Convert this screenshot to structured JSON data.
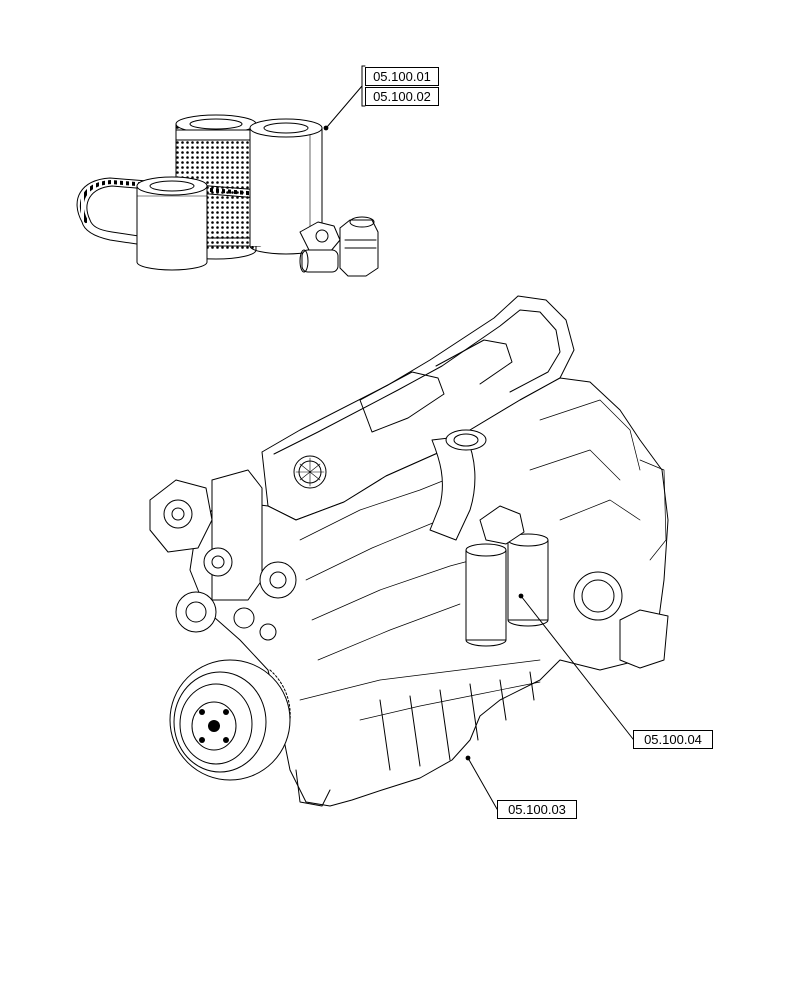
{
  "callouts": {
    "filters_kit_1": "05.100.01",
    "filters_kit_2": "05.100.02",
    "engine_ref_3": "05.100.03",
    "engine_ref_4": "05.100.04"
  }
}
